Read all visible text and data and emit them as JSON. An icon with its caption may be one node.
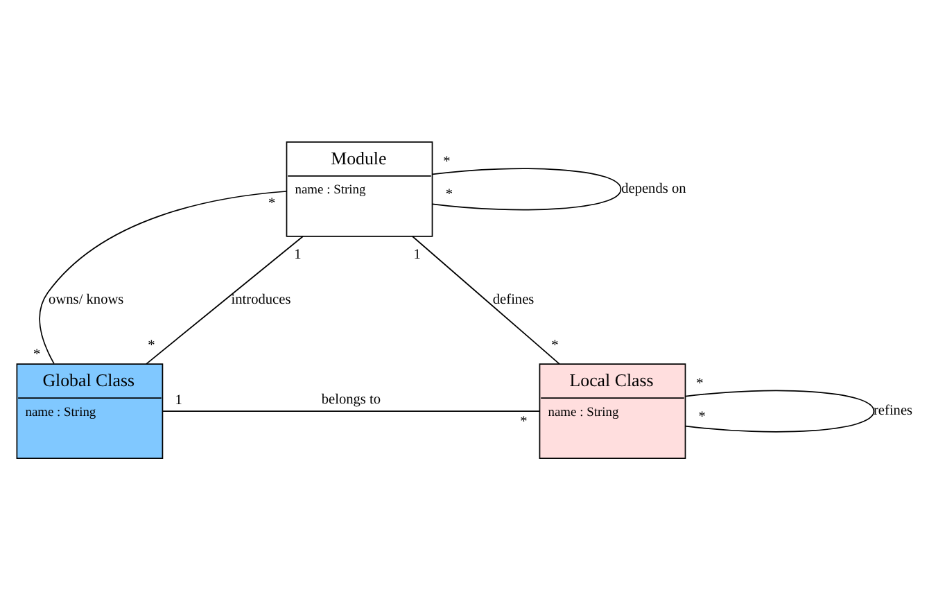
{
  "diagram": {
    "nodes": [
      {
        "text": [
          "Module",
          "name : String"
        ]
      },
      {
        "text": [
          "Global Class",
          "name : String"
        ]
      },
      {
        "text": [
          "Local Class",
          "name : String"
        ]
      }
    ],
    "edges": [
      {
        "from": 0,
        "to": 0,
        "arrow": "none",
        "label": "depends on"
      },
      {
        "from": 0,
        "to": 1,
        "arrow": "none",
        "label": "owns/ knows"
      },
      {
        "from": 0,
        "to": 1,
        "arrow": "none",
        "label": "introduces"
      },
      {
        "from": 0,
        "to": 2,
        "arrow": "none",
        "label": "defines"
      },
      {
        "from": 1,
        "to": 2,
        "arrow": "none",
        "label": "belongs to"
      },
      {
        "from": 2,
        "to": 2,
        "arrow": "none",
        "label": "refines"
      }
    ],
    "labels": [
      "*",
      "*",
      "*",
      "1",
      "1",
      "*",
      "*",
      "*",
      "1",
      "*",
      "*",
      "*"
    ]
  }
}
